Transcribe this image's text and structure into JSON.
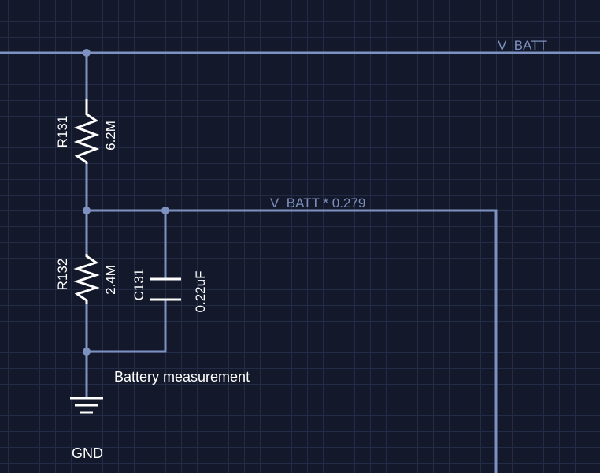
{
  "nets": {
    "vbatt": "V_BATT",
    "vbatt_scaled": "V_BATT * 0.279",
    "gnd": "GND"
  },
  "components": {
    "r131": {
      "ref": "R131",
      "value": "6.2M"
    },
    "r132": {
      "ref": "R132",
      "value": "2.4M"
    },
    "c131": {
      "ref": "C131",
      "value": "0.22uF"
    }
  },
  "note": "Battery measurement",
  "colors": {
    "background": "#13182b",
    "grid": "#232c46",
    "wire": "#7d92c0",
    "component": "#ffffff"
  }
}
